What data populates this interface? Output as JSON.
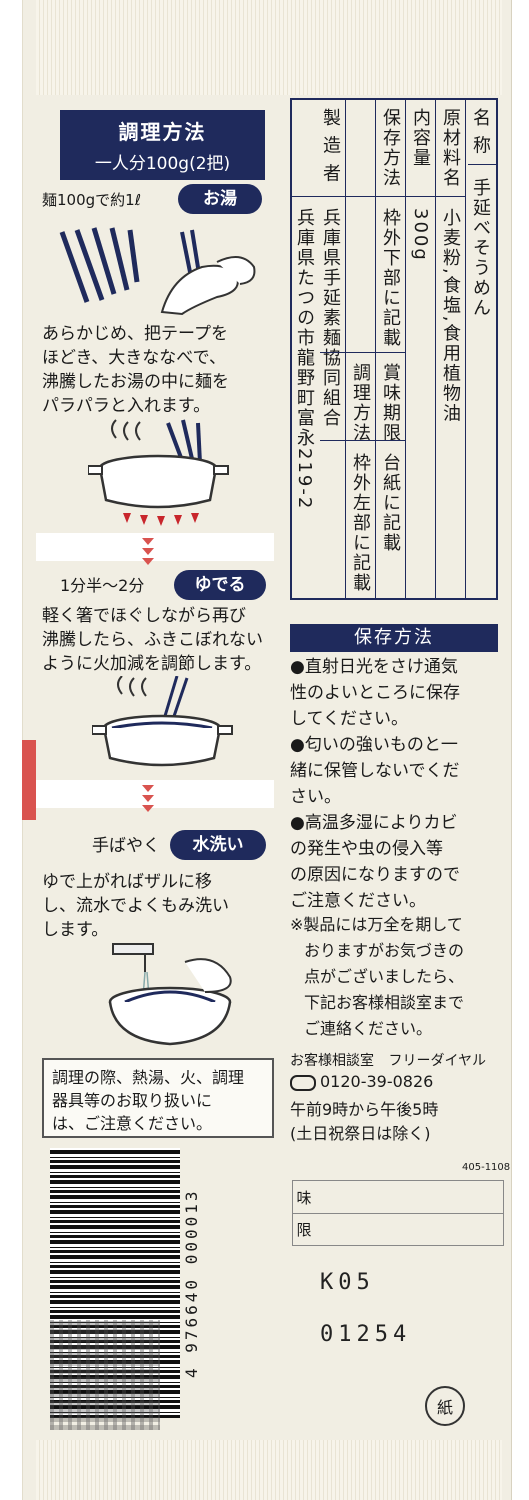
{
  "cooking": {
    "title": "調理方法",
    "serving": "一人分100g(2把)",
    "water_amount": "麺100gで約1ℓ",
    "step1_label": "お湯",
    "step1_text": [
      "あらかじめ、把テープを",
      "ほどき、大きななべで、",
      "沸騰したお湯の中に麺を",
      "パラパラと入れます。"
    ],
    "step2_time": "1分半～2分",
    "step2_label": "ゆでる",
    "step2_text": [
      "軽く箸でほぐしながら再び",
      "沸騰したら、ふきこぼれない",
      "ように火加減を調節します。"
    ],
    "step3_prefix": "手ばやく",
    "step3_label": "水洗い",
    "step3_text": [
      "ゆで上がればザルに移",
      "し、流水でよくもみ洗い",
      "します。"
    ],
    "caution": [
      "調理の際、熱湯、火、調理",
      "器具等のお取り扱いに",
      "は、ご注意ください。"
    ]
  },
  "label_table": {
    "columns": [
      {
        "head": "名 称",
        "value": "手延べそうめん"
      },
      {
        "head": "原材料名",
        "value": "小麦粉,食塩,食用植物油"
      },
      {
        "head": "内容量",
        "value": "300g"
      },
      {
        "head": "保存方法",
        "value": "枠外下部に記載",
        "head2": "賞味期限",
        "value2": "台紙に記載"
      },
      {
        "head": "調理方法",
        "value": "枠外左部に記載",
        "placeholder": ""
      },
      {
        "head": "製 造 者",
        "value": "兵庫県手延素麺協同組合"
      },
      {
        "head": "",
        "value": "兵庫県たつの市龍野町富永219-2"
      }
    ]
  },
  "storage": {
    "title": "保存方法",
    "lines": [
      "●直射日光をさけ通気",
      "性のよいところに保存",
      "してください。",
      "●匂いの強いものと一",
      "緒に保管しないでくだ",
      "さい。",
      "●高温多湿によりカビ",
      "の発生や虫の侵入等",
      "の原因になりますので",
      "ご注意ください。"
    ],
    "note": [
      "※製品には万全を期して",
      "おりますがお気づきの",
      "点がございましたら、",
      "下記お客様相談室まで",
      "ご連絡ください。"
    ]
  },
  "contact": {
    "desk": "お客様相談室",
    "freedial": "フリーダイヤル",
    "phone_icon": "freedial-icon",
    "phone": "0120-39-0826",
    "hours": "午前9時から午後5時",
    "holidays": "(土日祝祭日は除く)"
  },
  "code": "405-1108",
  "barcode_number": "4 976640 000013",
  "lot": {
    "k05": "K05",
    "no": "01254",
    "label_top": "味",
    "label_bottom": "限"
  },
  "recycle_mark": "紙",
  "colors": {
    "navy": "#1f2a5c",
    "red": "#d9534f",
    "paper": "#f1eee3"
  }
}
